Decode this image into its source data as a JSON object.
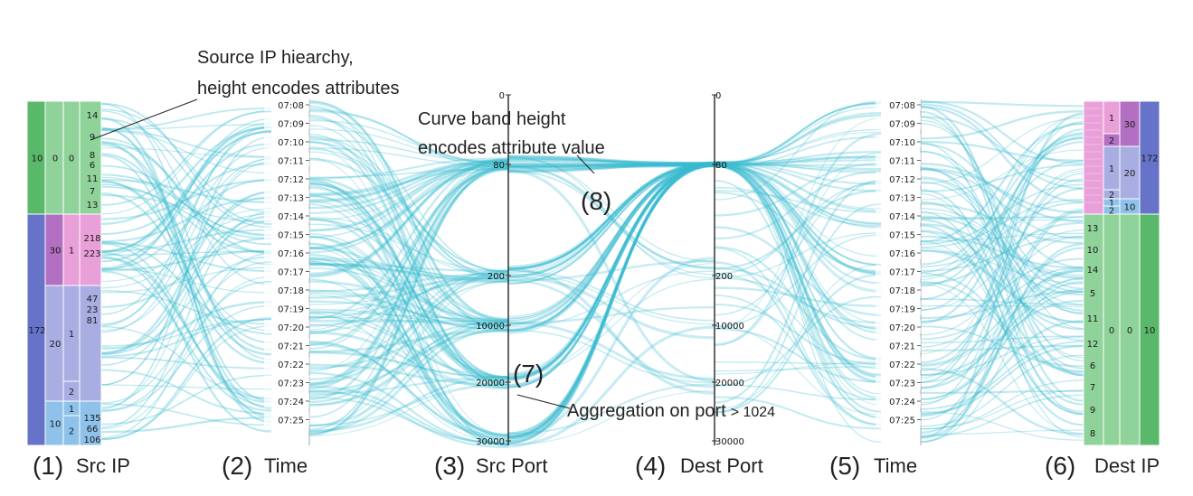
{
  "chart_data": {
    "type": "parallel-sets",
    "axes": [
      {
        "number": "(1)",
        "label": "Src IP"
      },
      {
        "number": "(2)",
        "label": "Time"
      },
      {
        "number": "(3)",
        "label": "Src Port"
      },
      {
        "number": "(4)",
        "label": "Dest Port"
      },
      {
        "number": "(5)",
        "label": "Time"
      },
      {
        "number": "(6)",
        "label": "Dest IP"
      }
    ],
    "time_ticks": [
      "07:08",
      "07:09",
      "07:10",
      "07:11",
      "07:12",
      "07:13",
      "07:14",
      "07:15",
      "07:16",
      "07:17",
      "07:18",
      "07:19",
      "07:20",
      "07:21",
      "07:22",
      "07:23",
      "07:24",
      "07:25"
    ],
    "src_port_ticks": [
      "0",
      "80",
      "200",
      "10000",
      "20000",
      "30000"
    ],
    "dest_port_ticks": [
      "0",
      "80",
      "200",
      "10000",
      "20000",
      "30000"
    ],
    "src_ip": {
      "level1": [
        "10",
        "172"
      ],
      "level2": [
        "0",
        "30",
        "20",
        "10"
      ],
      "level3": [
        "0",
        "1",
        "1",
        "2",
        "1",
        "2"
      ],
      "leaves": [
        "14",
        "9",
        "8",
        "6",
        "11",
        "7",
        "13",
        "218",
        "223",
        "47",
        "23",
        "81",
        "135",
        "66",
        "106"
      ]
    },
    "dest_ip": {
      "level1": [
        "172",
        "10"
      ],
      "level2": [
        "30",
        "20",
        "10",
        "0"
      ],
      "level3": [
        "1",
        "2",
        "1",
        "2",
        "1",
        "2",
        "0"
      ],
      "leaves": [
        "13",
        "10",
        "14",
        "5",
        "11",
        "12",
        "6",
        "7",
        "9",
        "8"
      ]
    },
    "annotations": {
      "source_hierarchy": [
        "Source IP hiearchy,",
        "height encodes attributes"
      ],
      "curve_band": [
        "Curve band height",
        "encodes attribute value"
      ],
      "marker8": "(8)",
      "marker7": "(7)",
      "aggregation_main": "Aggregation on port",
      "aggregation_tail": "> 1024"
    },
    "colors": {
      "flow": "#3bbcd0",
      "green": "#5ab86a",
      "light_green": "#8fd39a",
      "blue": "#6673c8",
      "lavender": "#a9aee2",
      "light_blue": "#8fc2ea",
      "purple": "#b370c2",
      "pink": "#e9a0d8"
    }
  }
}
